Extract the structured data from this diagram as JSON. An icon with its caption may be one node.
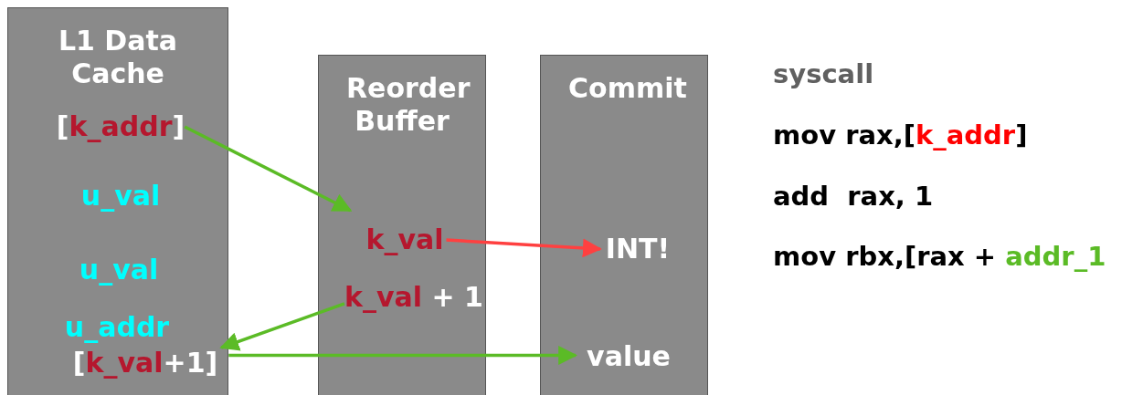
{
  "diagram": {
    "nodes": [
      {
        "text": [
          "L1 Data Cache"
        ]
      },
      {
        "text": [
          "[k_addr]"
        ],
        "in": 0
      },
      {
        "text": [
          "u_val"
        ],
        "in": 0
      },
      {
        "text": [
          "u_val"
        ],
        "in": 0
      },
      {
        "text": [
          "u_addr"
        ],
        "in": 0
      },
      {
        "text": [
          "[k_val+1]"
        ],
        "in": 0
      },
      {
        "text": [
          "Reorder Buffer"
        ]
      },
      {
        "text": [
          "k_val"
        ],
        "in": 6
      },
      {
        "text": [
          "k_val + 1"
        ],
        "in": 6
      },
      {
        "text": [
          "Commit"
        ]
      },
      {
        "text": [
          "INT!"
        ],
        "in": 9
      },
      {
        "text": [
          "value"
        ],
        "in": 9
      }
    ],
    "edges": [
      {
        "from": 1,
        "to": 7,
        "arrow": "to"
      },
      {
        "from": 7,
        "to": 10,
        "arrow": "to",
        "color": "#ff4040"
      },
      {
        "from": 8,
        "to": 5,
        "arrow": "to"
      },
      {
        "from": 5,
        "to": 11,
        "arrow": "to"
      }
    ],
    "labels": [
      "syscall",
      "mov rax,[k_addr]",
      "add  rax, 1",
      "mov rbx,[rax + addr_1"
    ]
  }
}
